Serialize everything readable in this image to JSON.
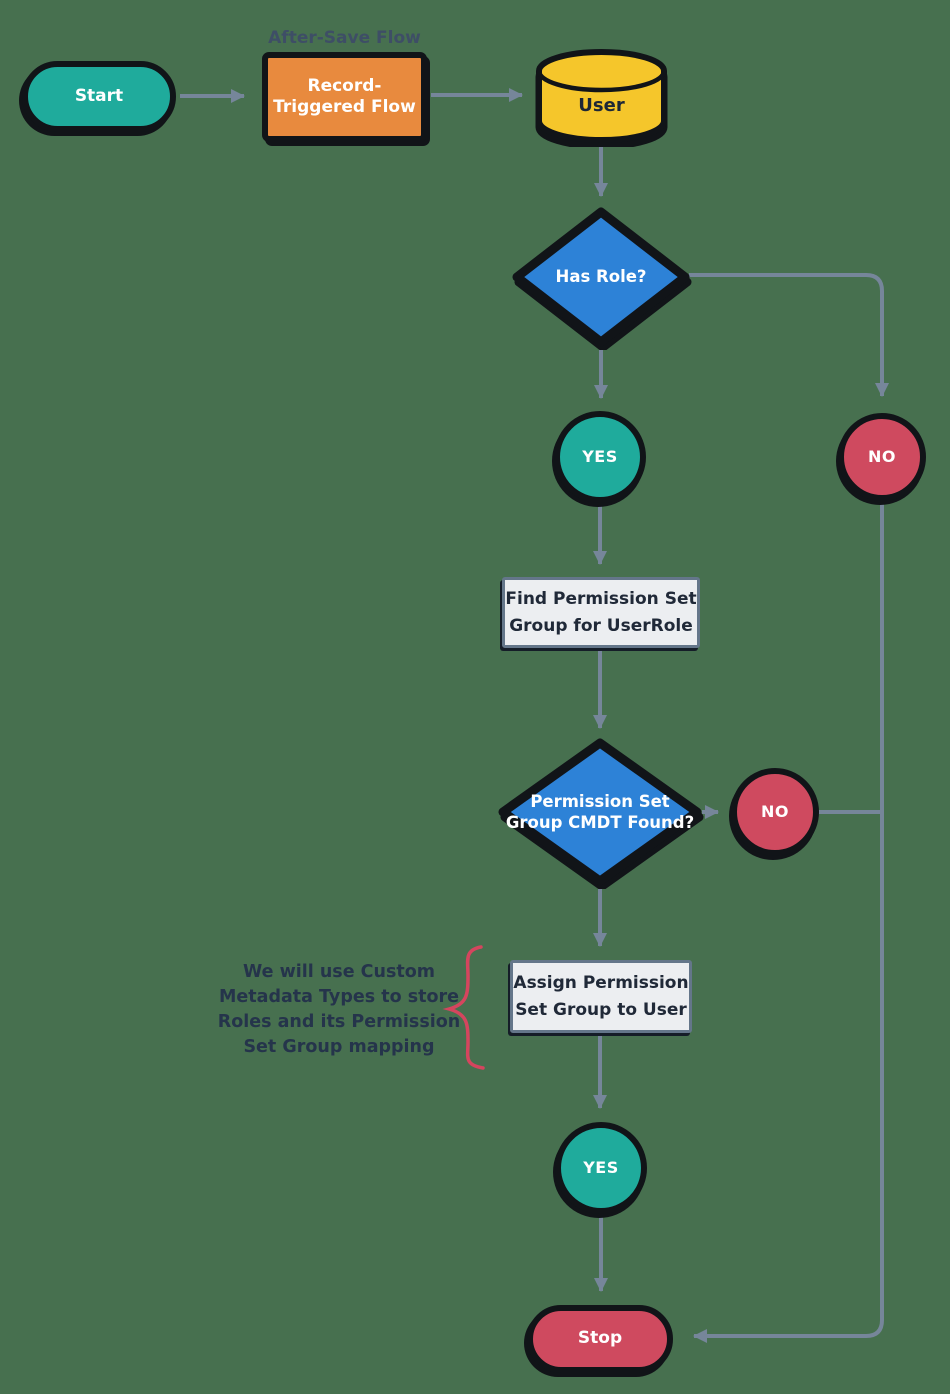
{
  "diagram_title": "After-Save Flow",
  "colors": {
    "teal": "#1fab9c",
    "orange": "#e88a3e",
    "yellow": "#f5c62b",
    "blue": "#2d82d7",
    "red": "#cf4a5f",
    "box_fill": "#eceef1",
    "box_border": "#64768a",
    "line": "#76869a",
    "outline": "#111418",
    "ink": "#202938",
    "note_ink": "#25344b",
    "note_brace": "#d5455e",
    "background": "#47704f",
    "title_ink": "#3e4e66",
    "user_ink": "#1d2736",
    "label": "#ffffff"
  },
  "nodes": {
    "start": {
      "label": "Start",
      "type": "terminator"
    },
    "record_flow": {
      "label": "Record-\nTriggered Flow",
      "caption": "After-Save Flow",
      "type": "process"
    },
    "user_db": {
      "label": "User",
      "type": "database"
    },
    "has_role": {
      "label": "Has Role?",
      "type": "decision"
    },
    "yes1": {
      "label": "YES",
      "type": "connector"
    },
    "no1": {
      "label": "NO",
      "type": "connector"
    },
    "find_psg": {
      "label": "Find Permission Set\nGroup for UserRole",
      "type": "process"
    },
    "cmdt_found": {
      "label": "Permission Set\nGroup CMDT Found?",
      "type": "decision"
    },
    "no2": {
      "label": "NO",
      "type": "connector"
    },
    "assign_psg": {
      "label": "Assign Permission\nSet Group to User",
      "type": "process"
    },
    "yes2": {
      "label": "YES",
      "type": "connector"
    },
    "stop": {
      "label": "Stop",
      "type": "terminator"
    }
  },
  "annotation": {
    "text": "We will use Custom\nMetadata Types to store\nRoles and its Permission\nSet Group mapping"
  },
  "edges": [
    {
      "from": "start",
      "to": "record_flow"
    },
    {
      "from": "record_flow",
      "to": "user_db"
    },
    {
      "from": "user_db",
      "to": "has_role"
    },
    {
      "from": "has_role",
      "to": "yes1"
    },
    {
      "from": "has_role",
      "to": "no1"
    },
    {
      "from": "yes1",
      "to": "find_psg"
    },
    {
      "from": "find_psg",
      "to": "cmdt_found"
    },
    {
      "from": "cmdt_found",
      "to": "no2"
    },
    {
      "from": "cmdt_found",
      "to": "assign_psg"
    },
    {
      "from": "no2",
      "to": "no1_line"
    },
    {
      "from": "no1",
      "to": "stop"
    },
    {
      "from": "assign_psg",
      "to": "yes2"
    },
    {
      "from": "yes2",
      "to": "stop"
    }
  ]
}
